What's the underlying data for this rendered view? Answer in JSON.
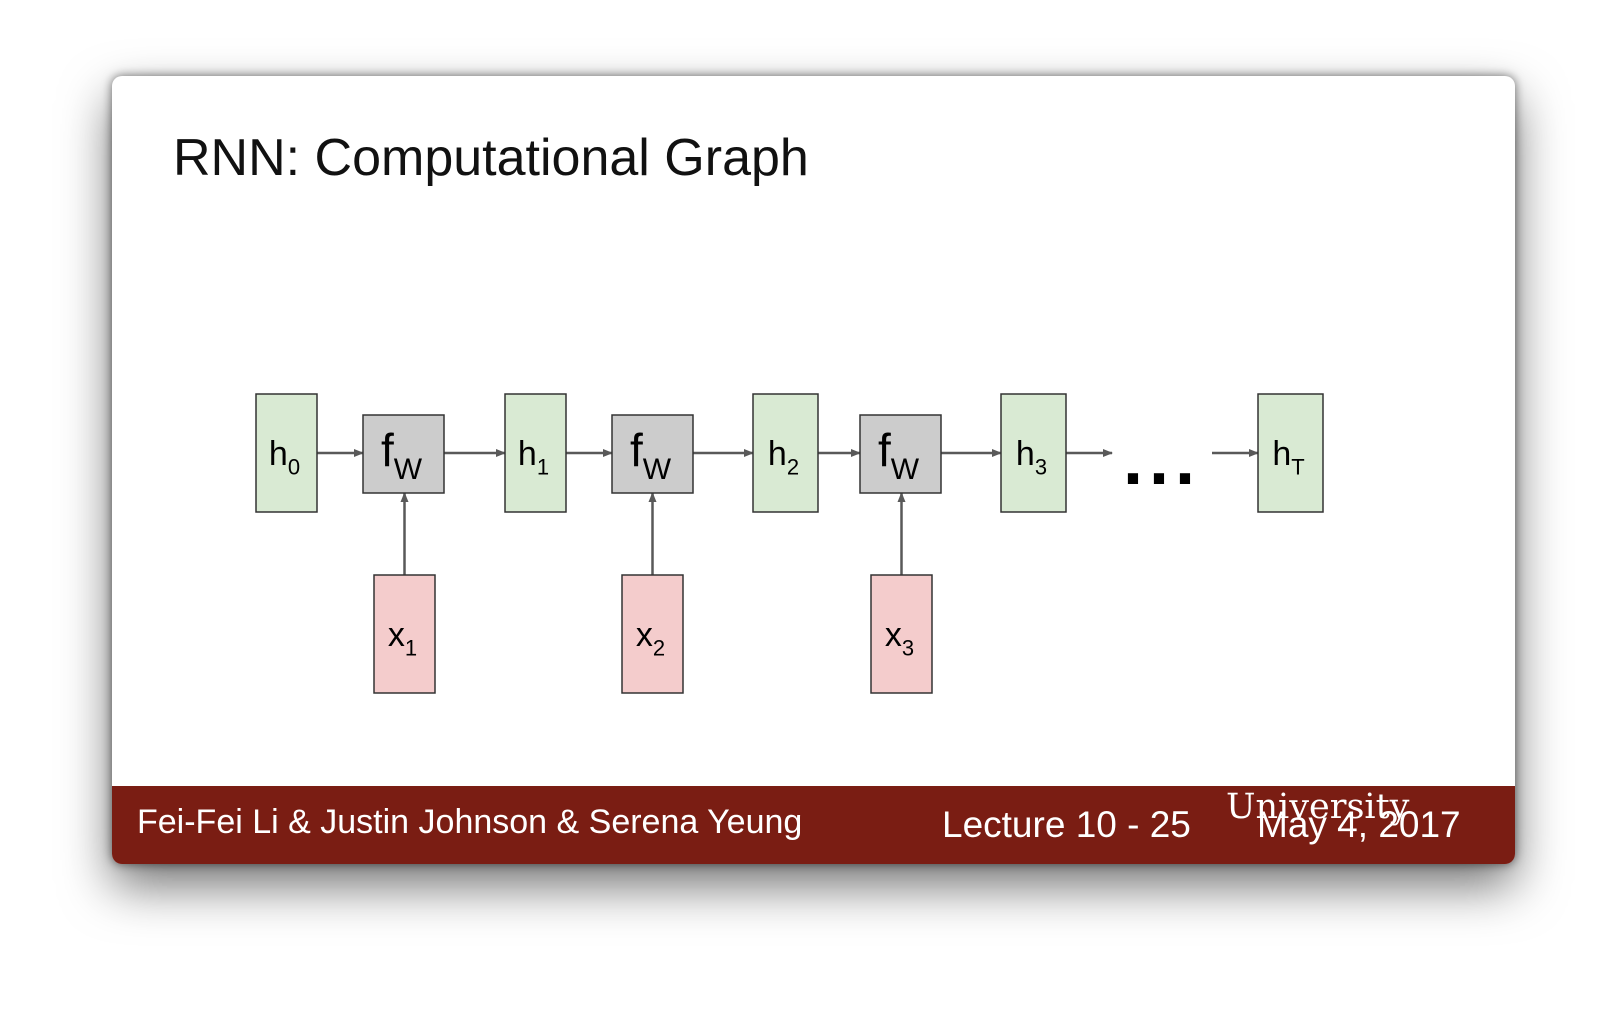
{
  "slide": {
    "title": "RNN: Computational Graph"
  },
  "diagram": {
    "colors": {
      "hidden_fill": "#d9ead3",
      "input_fill": "#f4cccc",
      "function_fill": "#cccccc",
      "border": "#333333",
      "arrow": "#595959"
    },
    "hidden_states": [
      {
        "base": "h",
        "sub": "0"
      },
      {
        "base": "h",
        "sub": "1"
      },
      {
        "base": "h",
        "sub": "2"
      },
      {
        "base": "h",
        "sub": "3"
      },
      {
        "base": "h",
        "sub": "T"
      }
    ],
    "functions": [
      {
        "base": "f",
        "sub": "W"
      },
      {
        "base": "f",
        "sub": "W"
      },
      {
        "base": "f",
        "sub": "W"
      }
    ],
    "inputs": [
      {
        "base": "x",
        "sub": "1"
      },
      {
        "base": "x",
        "sub": "2"
      },
      {
        "base": "x",
        "sub": "3"
      }
    ],
    "ellipsis": "..."
  },
  "footer": {
    "background": "#7a1d13",
    "authors": "Fei-Fei Li & Justin Johnson & Serena Yeung",
    "lecture": "Lecture 10 - 25",
    "date": "May 4, 2017",
    "watermark": "University"
  }
}
